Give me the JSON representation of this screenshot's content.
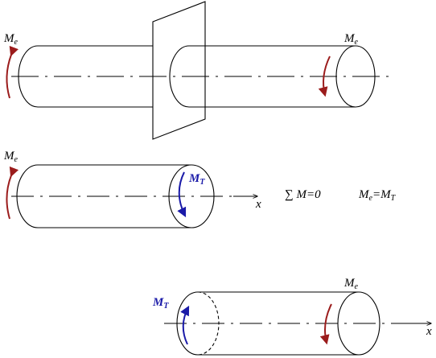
{
  "labels": {
    "me_top_left": "M",
    "me_top_left_sub": "e",
    "me_top_right": "M",
    "me_top_right_sub": "e",
    "me_mid_left": "M",
    "me_mid_left_sub": "e",
    "mt_mid": "M",
    "mt_mid_sub": "T",
    "x_mid": "x",
    "mt_bottom": "M",
    "mt_bottom_sub": "T",
    "me_bottom_right": "M",
    "me_bottom_right_sub": "e",
    "x_bottom": "x"
  },
  "equations": {
    "sum_symbol": "∑",
    "sum_text": " M=0",
    "eq_lhs": "M",
    "eq_lhs_sub": "e",
    "eq_mid": "=M",
    "eq_rhs_sub": "T"
  },
  "colors": {
    "external_moment": "#9b1c1c",
    "internal_moment": "#1a1aa8"
  }
}
